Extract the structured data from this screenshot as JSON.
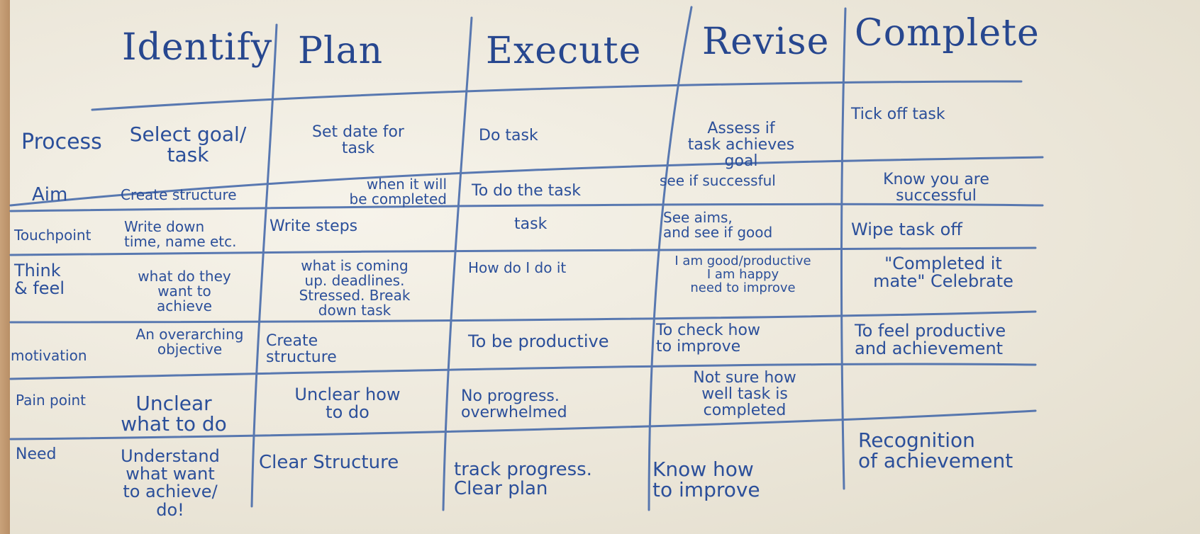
{
  "whiteboard": {
    "ink_color": "#2b4f9a",
    "headers": [
      "Identify",
      "Plan",
      "Execute",
      "Revise",
      "Complete"
    ],
    "rows": [
      {
        "label": "Process",
        "cells": [
          "Select goal/\ntask",
          "Set date for\ntask",
          "Do task",
          "Assess if\ntask achieves\ngoal",
          "Tick off task"
        ]
      },
      {
        "label": "Aim",
        "cells": [
          "Create structure",
          "when it will\nbe completed",
          "To do the task",
          "see if successful",
          "Know you are\nsuccessful"
        ]
      },
      {
        "label": "Touchpoint",
        "cells": [
          "Write down\ntime, name etc.",
          "Write steps",
          "task",
          "See aims,\nand see if good",
          "Wipe task off"
        ]
      },
      {
        "label": "Think\n& feel",
        "cells": [
          "what do they\nwant to\nachieve",
          "what is coming\nup. deadlines.\nStressed. Break\ndown task",
          "How do I do it",
          "I am good/productive\nI am happy\nneed to improve",
          "\"Completed it\nmate\" Celebrate"
        ]
      },
      {
        "label": "motivation",
        "cells": [
          "An overarching\nobjective",
          "Create\nstructure",
          "To be productive",
          "To check how\nto improve",
          "To feel productive\nand achievement"
        ]
      },
      {
        "label": "Pain point",
        "cells": [
          "Unclear\nwhat to do",
          "Unclear how\nto do",
          "No progress.\noverwhelmed",
          "Not sure how\nwell task is\ncompleted",
          ""
        ]
      },
      {
        "label": "Need",
        "cells": [
          "Understand\nwhat want\nto achieve/\ndo!",
          "Clear Structure",
          "track progress.\nClear plan",
          "Know how\nto improve",
          "Recognition\nof achievement"
        ]
      }
    ]
  }
}
